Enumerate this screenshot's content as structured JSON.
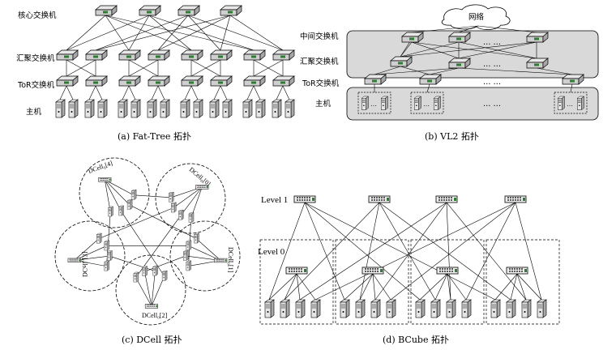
{
  "fattree": {
    "core_label": "核心交换机",
    "agg_label": "汇聚交换机",
    "tor_label": "ToR交换机",
    "host_label": "主机",
    "caption": "(a) Fat-Tree 拓扑"
  },
  "vl2": {
    "network_label": "网络",
    "intermediate_label": "中间交换机",
    "agg_label": "汇聚交换机",
    "tor_label": "ToR交换机",
    "host_label": "主机",
    "ellipsis_1": "… …",
    "ellipsis_2": "… …",
    "ellipsis_3": "… …",
    "ellipsis_4": "… …",
    "host_dots": "…",
    "caption": "(b) VL2 拓扑"
  },
  "dcell": {
    "cell0": "DCell₀[0]",
    "cell1": "DCell₀[1]",
    "cell2": "DCell₀[2]",
    "cell3": "DCell₀[3]",
    "cell4": "DCell₀[4]",
    "caption": "(c) DCell 拓扑"
  },
  "bcube": {
    "level1": "Level 1",
    "level0": "Level 0",
    "caption": "(d) BCube 拓扑"
  }
}
